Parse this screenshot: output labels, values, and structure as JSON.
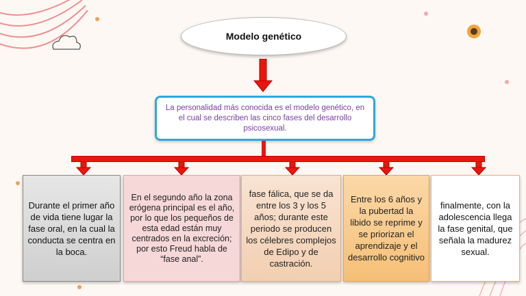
{
  "title": "Modelo genético",
  "intro": "La personalidad más conocida es el modelo genético, en el cual se describen las cinco fases del desarrollo psicosexual.",
  "phases": [
    "Durante el primer año de vida tiene lugar la fase oral, en la cual la conducta se centra en la boca.",
    "En el segundo año la zona erógena principal es el año, por lo que los pequeños de esta edad están muy centrados en la excreción; por esto Freud habla de “fase anal”.",
    "fase fálica, que se da entre los 3 y los 5 años; durante este periodo se producen los célebres complejos de Edipo y de castración.",
    "Entre los 6 años y la pubertad la libido se reprime y se priorizan el aprendizaje y el desarrollo cognitivo",
    "finalmente, con la adolescencia llega la fase genital, que señala la madurez sexual."
  ],
  "colors": {
    "arrow": "#e8160c",
    "intro_border": "#2fa7de",
    "intro_text": "#7a3fa0"
  }
}
